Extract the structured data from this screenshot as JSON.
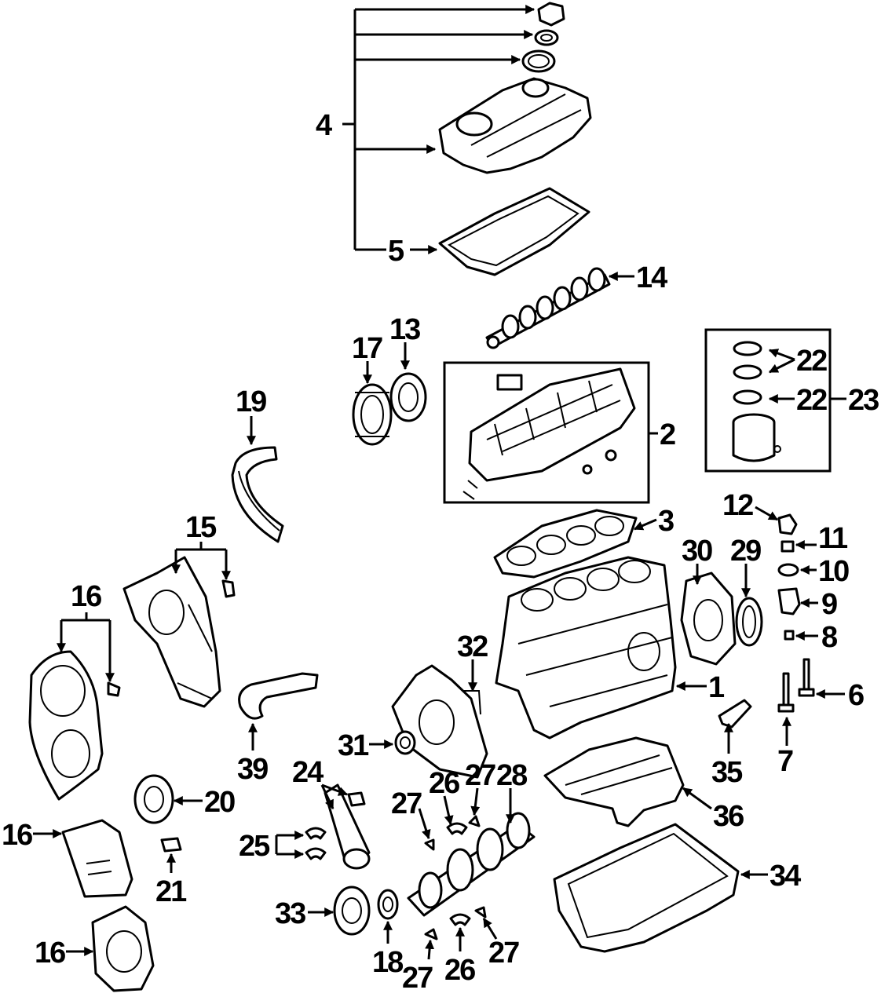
{
  "callouts": {
    "c1": "1",
    "c2": "2",
    "c3": "3",
    "c4": "4",
    "c5": "5",
    "c6": "6",
    "c7": "7",
    "c8": "8",
    "c9": "9",
    "c10": "10",
    "c11": "11",
    "c12": "12",
    "c13": "13",
    "c14": "14",
    "c15": "15",
    "c16": "16",
    "c17": "17",
    "c18": "18",
    "c19": "19",
    "c20": "20",
    "c21": "21",
    "c22": "22",
    "c23": "23",
    "c24": "24",
    "c25": "25",
    "c26": "26",
    "c27": "27",
    "c28": "28",
    "c29": "29",
    "c30": "30",
    "c31": "31",
    "c32": "32",
    "c33": "33",
    "c34": "34",
    "c35": "35",
    "c36": "36",
    "c39": "39"
  },
  "colors": {
    "ink": "#000000",
    "paper": "#ffffff"
  }
}
